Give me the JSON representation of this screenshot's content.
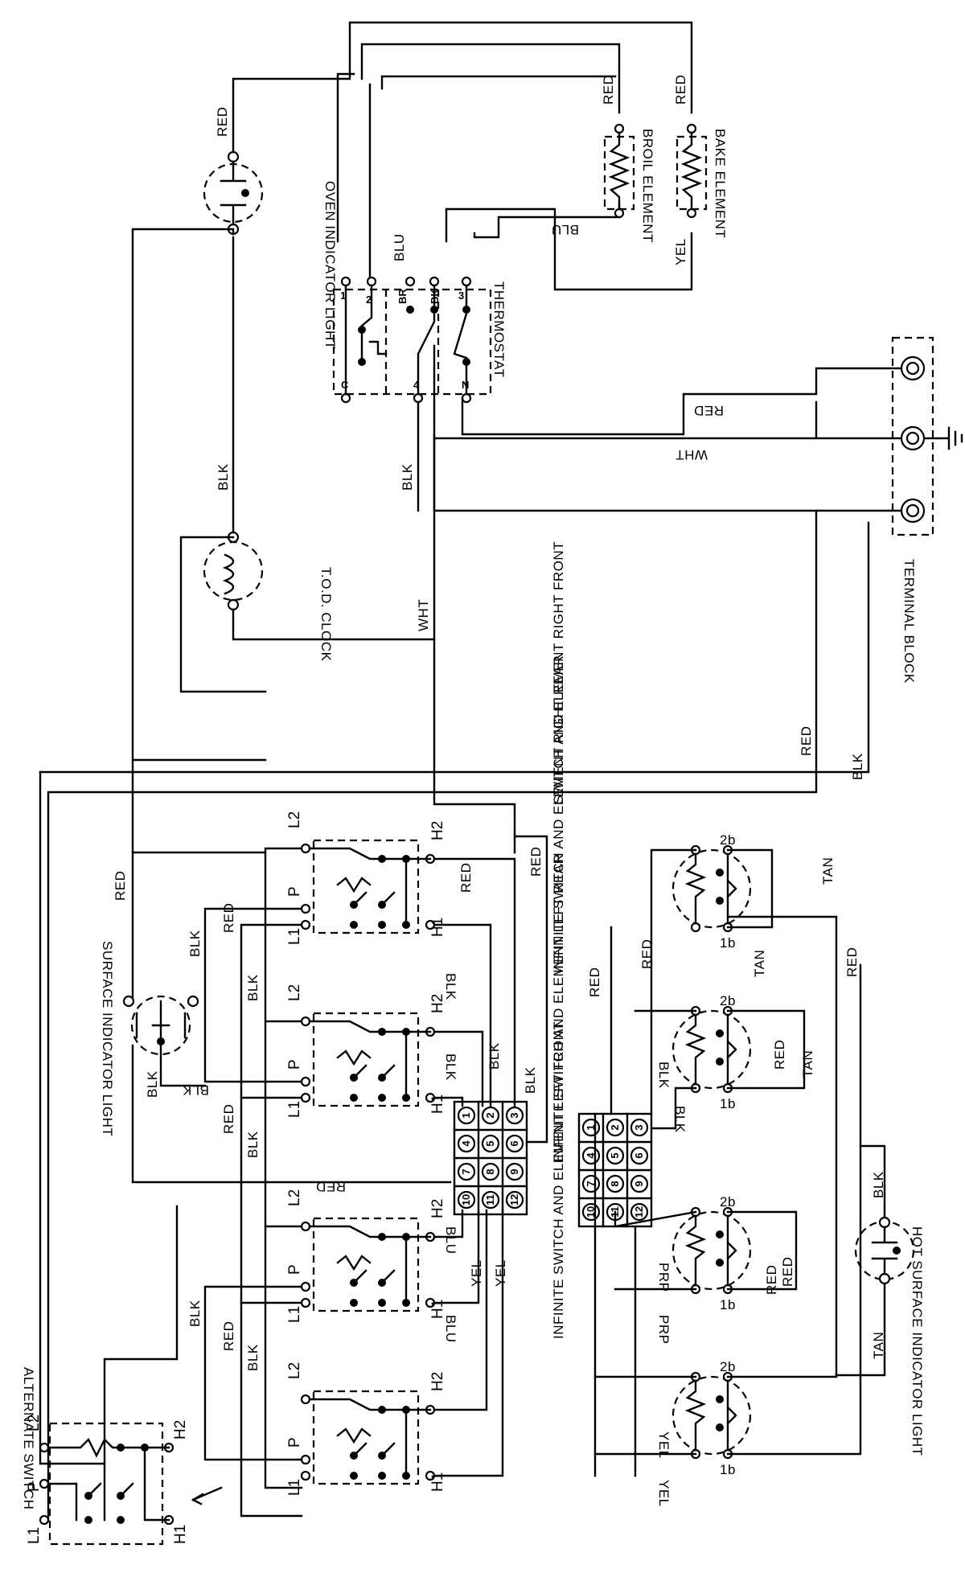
{
  "labels": {
    "oven_light": "OVEN INDICATOR LIGHT",
    "tod_clock": "T.O.D. CLOCK",
    "thermostat": "THERMOSTAT",
    "broil_element": "BROIL ELEMENT",
    "bake_element": "BAKE ELEMENT",
    "terminal_block": "TERMINAL BLOCK",
    "alternate_switch": "ALTERNATE SWITCH",
    "surface_light": "SURFACE INDICATOR LIGHT",
    "hot_surface_light": "HOT SURFACE INDICATOR LIGHT",
    "elem_left_front": "INFINITE SWITCH AND ELEMENT LEFT FRONT",
    "elem_left_rear": "INFINITE SWITCH AND ELEMENT LEFT REAR",
    "elem_right_rear": "INFINITE SWITCH AND ELEMENT RIGHT REAR",
    "elem_right_front": "SWITCH AND ELEMENT RIGHT FRONT"
  },
  "wire_colors": {
    "red": "RED",
    "blk": "BLK",
    "wht": "WHT",
    "blu": "BLU",
    "yel": "YEL",
    "tan": "TAN",
    "prp": "PRP",
    "br": "BR",
    "bk": "BK"
  },
  "terminals": {
    "l1": "L1",
    "l2": "L2",
    "p": "P",
    "h1": "H1",
    "h2": "H2",
    "t1b": "1b",
    "t2b": "2b",
    "th_1": "1",
    "th_2": "2",
    "th_3": "3",
    "th_4": "4",
    "th_c": "C",
    "th_n": "N"
  },
  "connector_pins": [
    "1",
    "2",
    "3",
    "4",
    "5",
    "6",
    "7",
    "8",
    "9",
    "10",
    "11",
    "12"
  ],
  "icons": {
    "ground": "ground-icon",
    "heating_element": "resistor-icon",
    "lamp": "lamp-icon"
  }
}
